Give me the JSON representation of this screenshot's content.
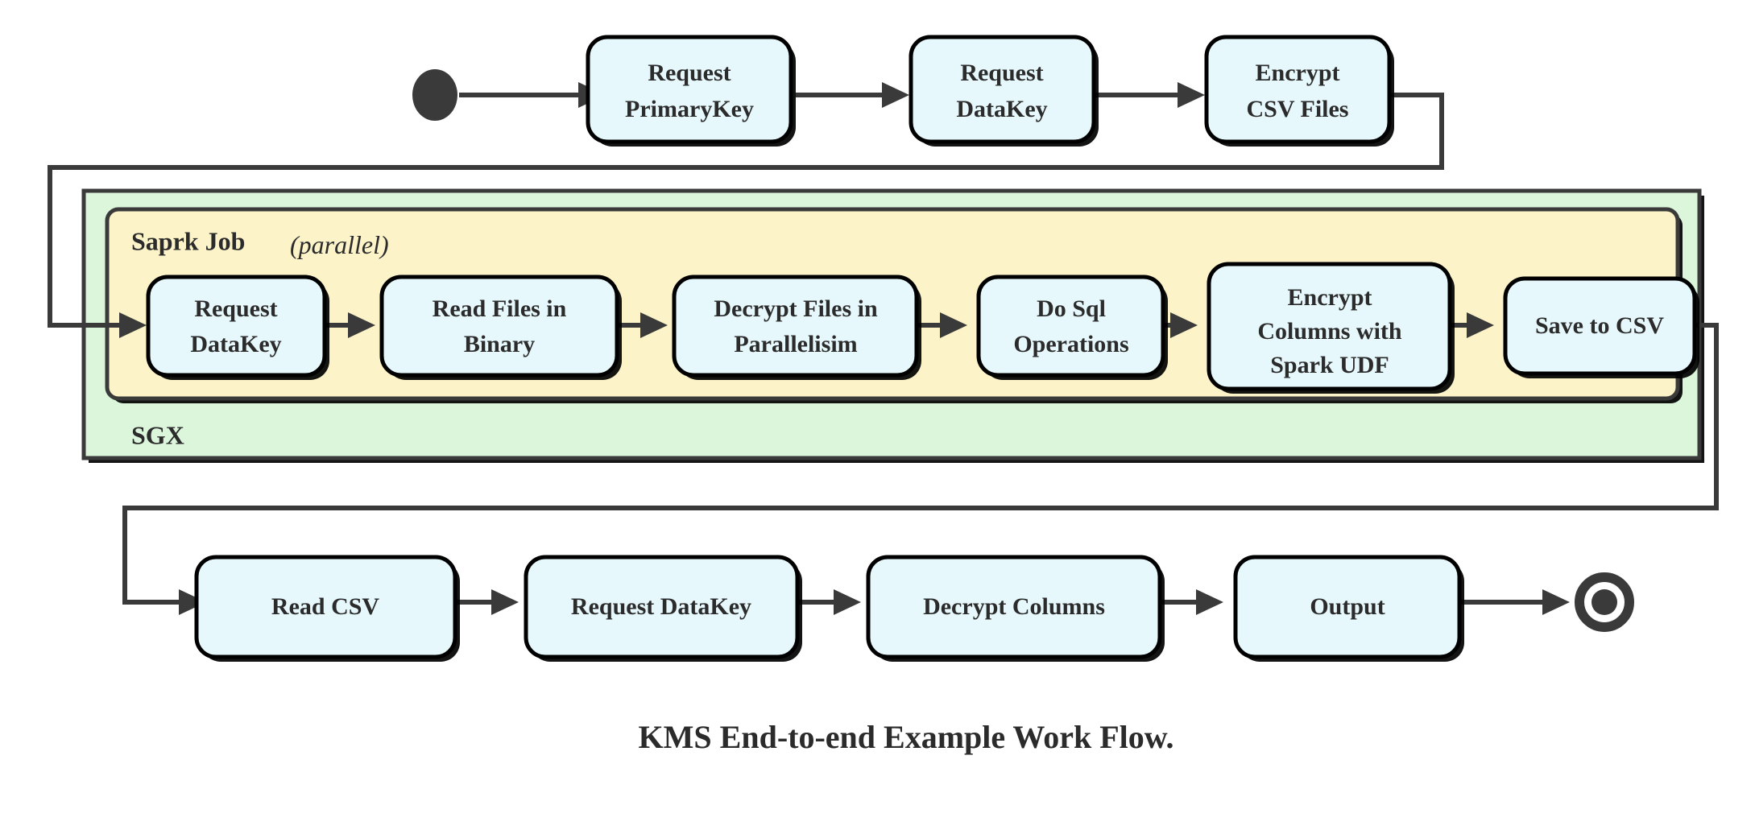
{
  "diagram": {
    "caption": "KMS End-to-end Example Work Flow.",
    "colors": {
      "node_fill": "#e6f8fc",
      "node_stroke": "#000000",
      "sgx_fill": "#dcf6dc",
      "spark_fill": "#fcf4c8",
      "edge": "#3a3a3a",
      "text": "#2b2b2b",
      "background": "#ffffff"
    },
    "groups": [
      {
        "id": "sgx",
        "label": "SGX",
        "label_position": "bottom-left"
      },
      {
        "id": "spark-job",
        "label": "Saprk Job",
        "label_suffix": "(parallel)",
        "label_position": "top-left"
      }
    ],
    "terminals": {
      "start": "start-node",
      "end": "end-node"
    },
    "rows": [
      {
        "id": "row-top",
        "nodes": [
          {
            "id": "request-primarykey",
            "line1": "Request",
            "line2": "PrimaryKey"
          },
          {
            "id": "request-datakey-top",
            "line1": "Request",
            "line2": "DataKey"
          },
          {
            "id": "encrypt-csv-files",
            "line1": "Encrypt",
            "line2": "CSV Files"
          }
        ]
      },
      {
        "id": "row-spark",
        "nodes": [
          {
            "id": "request-datakey-spark",
            "line1": "Request",
            "line2": "DataKey"
          },
          {
            "id": "read-files-binary",
            "line1": "Read Files in",
            "line2": "Binary"
          },
          {
            "id": "decrypt-files-parallel",
            "line1": "Decrypt Files in",
            "line2": "Parallelisim"
          },
          {
            "id": "do-sql-operations",
            "line1": "Do Sql",
            "line2": "Operations"
          },
          {
            "id": "encrypt-columns-udf",
            "line1": "Encrypt",
            "line2": "Columns with",
            "line3": "Spark UDF"
          },
          {
            "id": "save-to-csv",
            "line1": "Save to CSV"
          }
        ]
      },
      {
        "id": "row-bottom",
        "nodes": [
          {
            "id": "read-csv",
            "line1": "Read CSV"
          },
          {
            "id": "request-datakey-bottom",
            "line1": "Request DataKey"
          },
          {
            "id": "decrypt-columns",
            "line1": "Decrypt Columns"
          },
          {
            "id": "output",
            "line1": "Output"
          }
        ]
      }
    ]
  }
}
